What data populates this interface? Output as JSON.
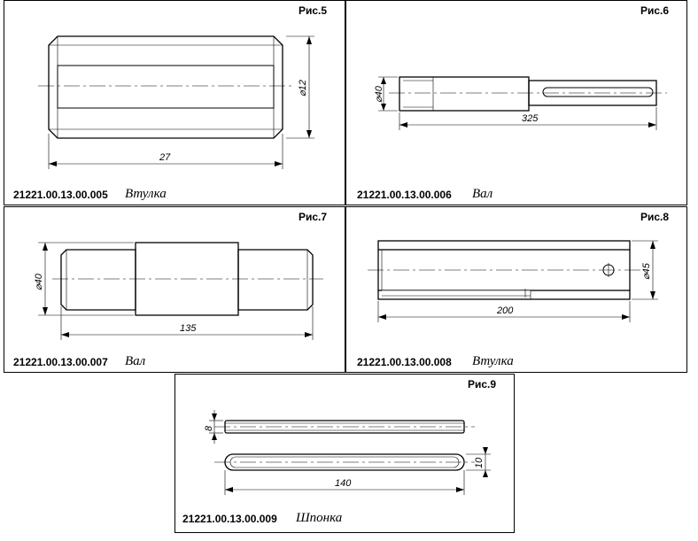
{
  "drawings": [
    {
      "figure": "Рис.5",
      "code": "21221.00.13.00.005",
      "name": "Втулка",
      "dims": {
        "diameter": "⌀12",
        "length": "27"
      }
    },
    {
      "figure": "Рис.6",
      "code": "21221.00.13.00.006",
      "name": "Вал",
      "dims": {
        "diameter": "⌀40",
        "length": "325"
      }
    },
    {
      "figure": "Рис.7",
      "code": "21221.00.13.00.007",
      "name": "Вал",
      "dims": {
        "diameter": "⌀40",
        "length": "135"
      }
    },
    {
      "figure": "Рис.8",
      "code": "21221.00.13.00.008",
      "name": "Втулка",
      "dims": {
        "diameter": "⌀45",
        "length": "200"
      }
    },
    {
      "figure": "Рис.9",
      "code": "21221.00.13.00.009",
      "name": "Шпонка",
      "dims": {
        "thickness": "8",
        "width": "10",
        "length": "140"
      }
    }
  ]
}
